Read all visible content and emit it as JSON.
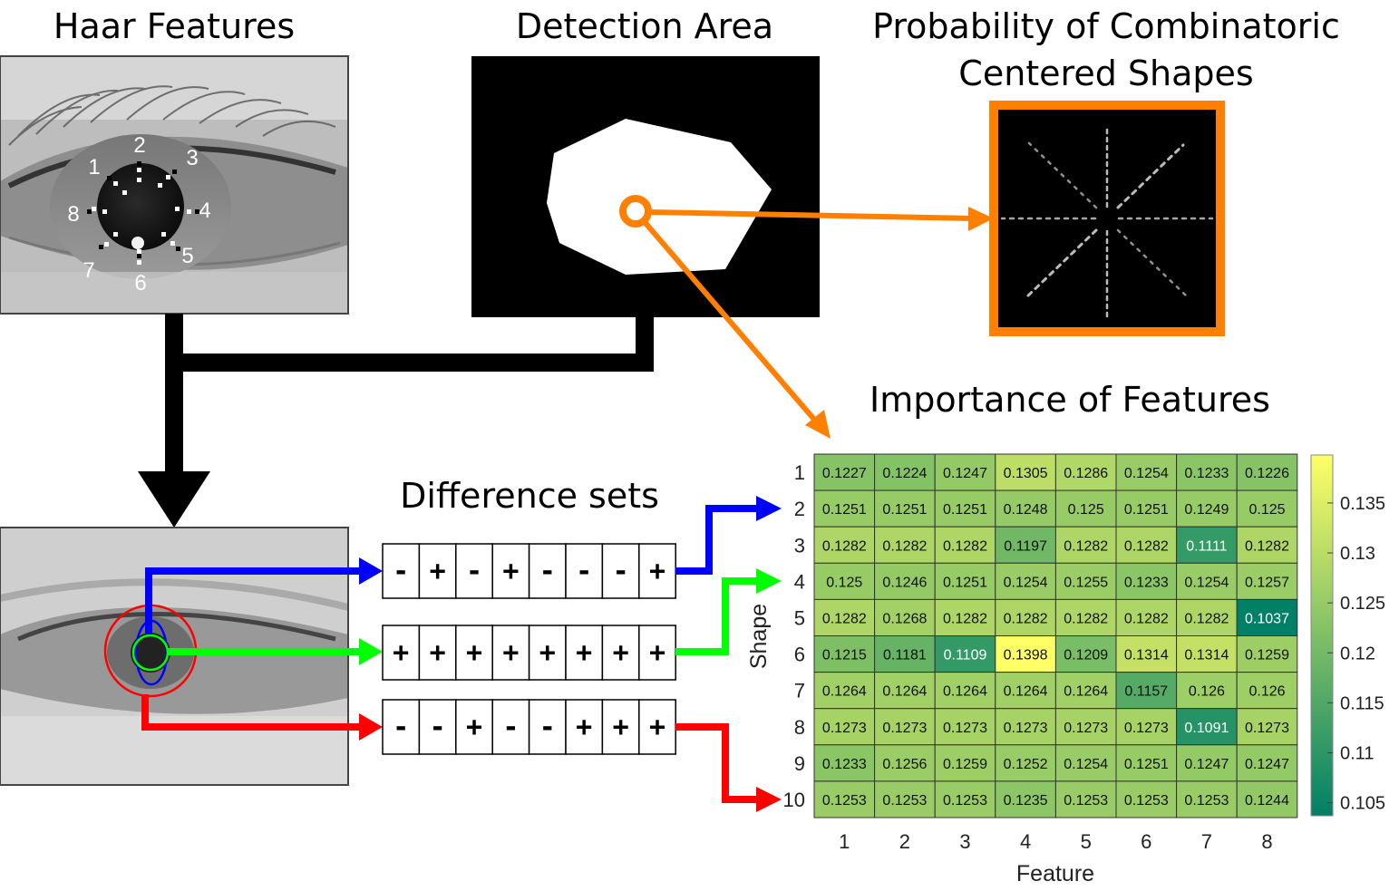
{
  "titles": {
    "haar": "Haar Features",
    "detection": "Detection Area",
    "probability_line1": "Probability of Combinatoric",
    "probability_line2": "Centered Shapes",
    "difference": "Difference sets",
    "importance": "Importance of Features"
  },
  "haar_points": [
    "1",
    "2",
    "3",
    "4",
    "5",
    "6",
    "7",
    "8"
  ],
  "difference_sets": [
    {
      "color": "#0000ff",
      "signs": [
        "-",
        "+",
        "-",
        "+",
        "-",
        "-",
        "-",
        "+"
      ]
    },
    {
      "color": "#00ff00",
      "signs": [
        "+",
        "+",
        "+",
        "+",
        "+",
        "+",
        "+",
        "+"
      ]
    },
    {
      "color": "#ff0000",
      "signs": [
        "-",
        "-",
        "+",
        "-",
        "-",
        "+",
        "+",
        "+"
      ]
    }
  ],
  "colors": {
    "orange": "#ff8000",
    "blue": "#0000ff",
    "green": "#00ff00",
    "red": "#ff0000"
  },
  "chart_data": {
    "type": "heatmap",
    "title": "Importance of Features",
    "xlabel": "Feature",
    "ylabel": "Shape",
    "x_ticks": [
      "1",
      "2",
      "3",
      "4",
      "5",
      "6",
      "7",
      "8"
    ],
    "y_ticks": [
      "1",
      "2",
      "3",
      "4",
      "5",
      "6",
      "7",
      "8",
      "9",
      "10"
    ],
    "values": [
      [
        0.1227,
        0.1224,
        0.1247,
        0.1305,
        0.1286,
        0.1254,
        0.1233,
        0.1226
      ],
      [
        0.1251,
        0.1251,
        0.1251,
        0.1248,
        0.125,
        0.1251,
        0.1249,
        0.125
      ],
      [
        0.1282,
        0.1282,
        0.1282,
        0.1197,
        0.1282,
        0.1282,
        0.1111,
        0.1282
      ],
      [
        0.125,
        0.1246,
        0.1251,
        0.1254,
        0.1255,
        0.1233,
        0.1254,
        0.1257
      ],
      [
        0.1282,
        0.1268,
        0.1282,
        0.1282,
        0.1282,
        0.1282,
        0.1282,
        0.1037
      ],
      [
        0.1215,
        0.1181,
        0.1109,
        0.1398,
        0.1209,
        0.1314,
        0.1314,
        0.1259
      ],
      [
        0.1264,
        0.1264,
        0.1264,
        0.1264,
        0.1264,
        0.1157,
        0.126,
        0.126
      ],
      [
        0.1273,
        0.1273,
        0.1273,
        0.1273,
        0.1273,
        0.1273,
        0.1091,
        0.1273
      ],
      [
        0.1233,
        0.1256,
        0.1259,
        0.1252,
        0.1254,
        0.1251,
        0.1247,
        0.1247
      ],
      [
        0.1253,
        0.1253,
        0.1253,
        0.1235,
        0.1253,
        0.1253,
        0.1253,
        0.1244
      ]
    ],
    "color_range": [
      0.1037,
      0.1398
    ],
    "colorbar_ticks": [
      "0.105",
      "0.11",
      "0.115",
      "0.12",
      "0.125",
      "0.13",
      "0.135"
    ],
    "colormap": "summer",
    "grid": true
  }
}
